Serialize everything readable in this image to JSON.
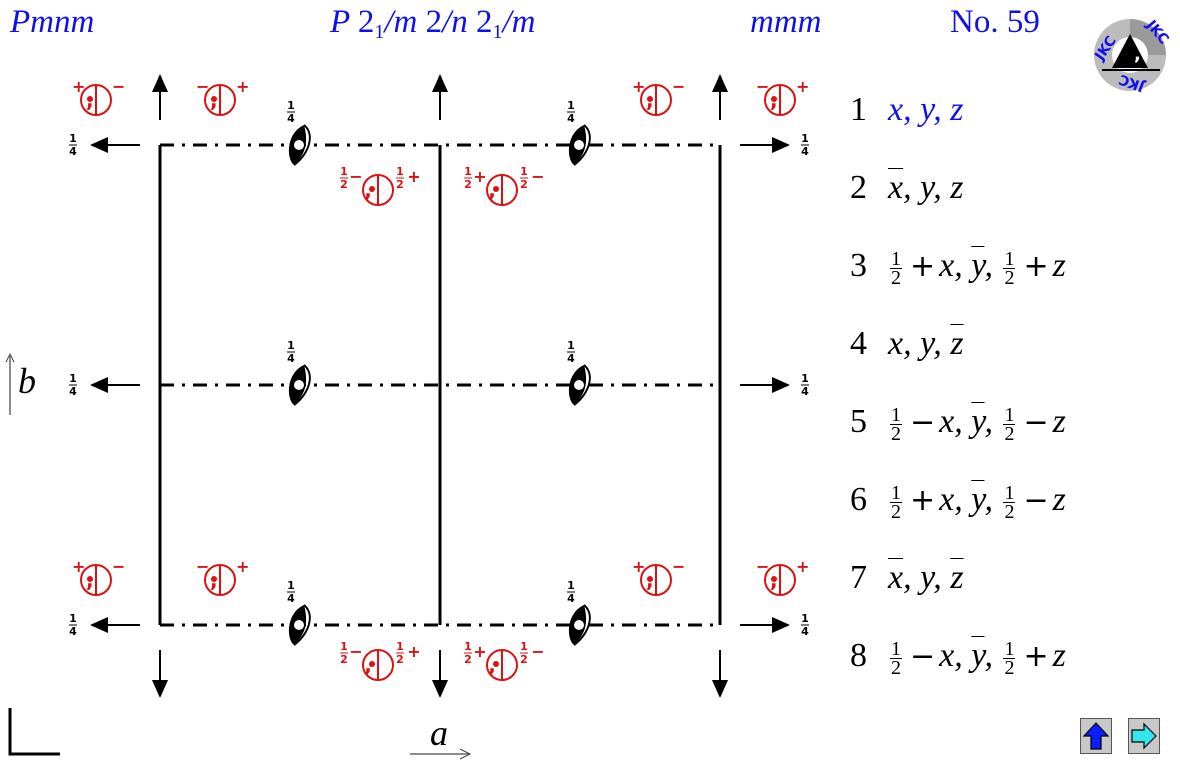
{
  "header": {
    "short_symbol": "Pmnm",
    "full_symbol": {
      "p": "P",
      "parts": [
        {
          "n": "2",
          "sub": "1",
          "m": "/m"
        },
        {
          "n": "2",
          "sub": "",
          "m": "/n"
        },
        {
          "n": "2",
          "sub": "1",
          "m": "/m"
        }
      ]
    },
    "full_symbol_text": "P 21/m 2/n 21/m",
    "point_group": "mmm",
    "number_label": "No. 59",
    "logo": "JKC"
  },
  "colors": {
    "header": "#1010ee",
    "symbols": "#dd1111",
    "lines": "#000000"
  },
  "axes": {
    "a": "a",
    "b": "b"
  },
  "diagram": {
    "quarter_label": "1/4",
    "screw_height": "1/4",
    "glide_labels_left": {
      "left": "1/2−",
      "right": "1/2+"
    },
    "glide_labels_right": {
      "left": "1/2+",
      "right": "1/2−"
    },
    "circle_pair_A": {
      "left": "+",
      "right": "−"
    },
    "circle_pair_B": {
      "left": "−",
      "right": "+"
    }
  },
  "operations": [
    {
      "num": "1",
      "html": "x, y, z"
    },
    {
      "num": "2",
      "html": "<span class='bar'>x</span>, y, z"
    },
    {
      "num": "3",
      "html": "<span class='frac'><span class='fn'>1</span><span>2</span></span><span class='sgn'>+</span>x, <span class='bar'>y</span>, <span class='frac'><span class='fn'>1</span><span>2</span></span><span class='sgn'>+</span>z"
    },
    {
      "num": "4",
      "html": "x, y, <span class='bar'>z</span>"
    },
    {
      "num": "5",
      "html": "<span class='frac'><span class='fn'>1</span><span>2</span></span><span class='sgn'>−</span>x, <span class='bar'>y</span>, <span class='frac'><span class='fn'>1</span><span>2</span></span><span class='sgn'>−</span>z"
    },
    {
      "num": "6",
      "html": "<span class='frac'><span class='fn'>1</span><span>2</span></span><span class='sgn'>+</span>x, <span class='bar'>y</span>, <span class='frac'><span class='fn'>1</span><span>2</span></span><span class='sgn'>−</span>z"
    },
    {
      "num": "7",
      "html": "<span class='bar'>x</span>, y, <span class='bar'>z</span>"
    },
    {
      "num": "8",
      "html": "<span class='frac'><span class='fn'>1</span><span>2</span></span><span class='sgn'>−</span>x, <span class='bar'>y</span>, <span class='frac'><span class='fn'>1</span><span>2</span></span><span class='sgn'>+</span>z"
    }
  ],
  "nav": {
    "up": "up",
    "next": "next"
  }
}
